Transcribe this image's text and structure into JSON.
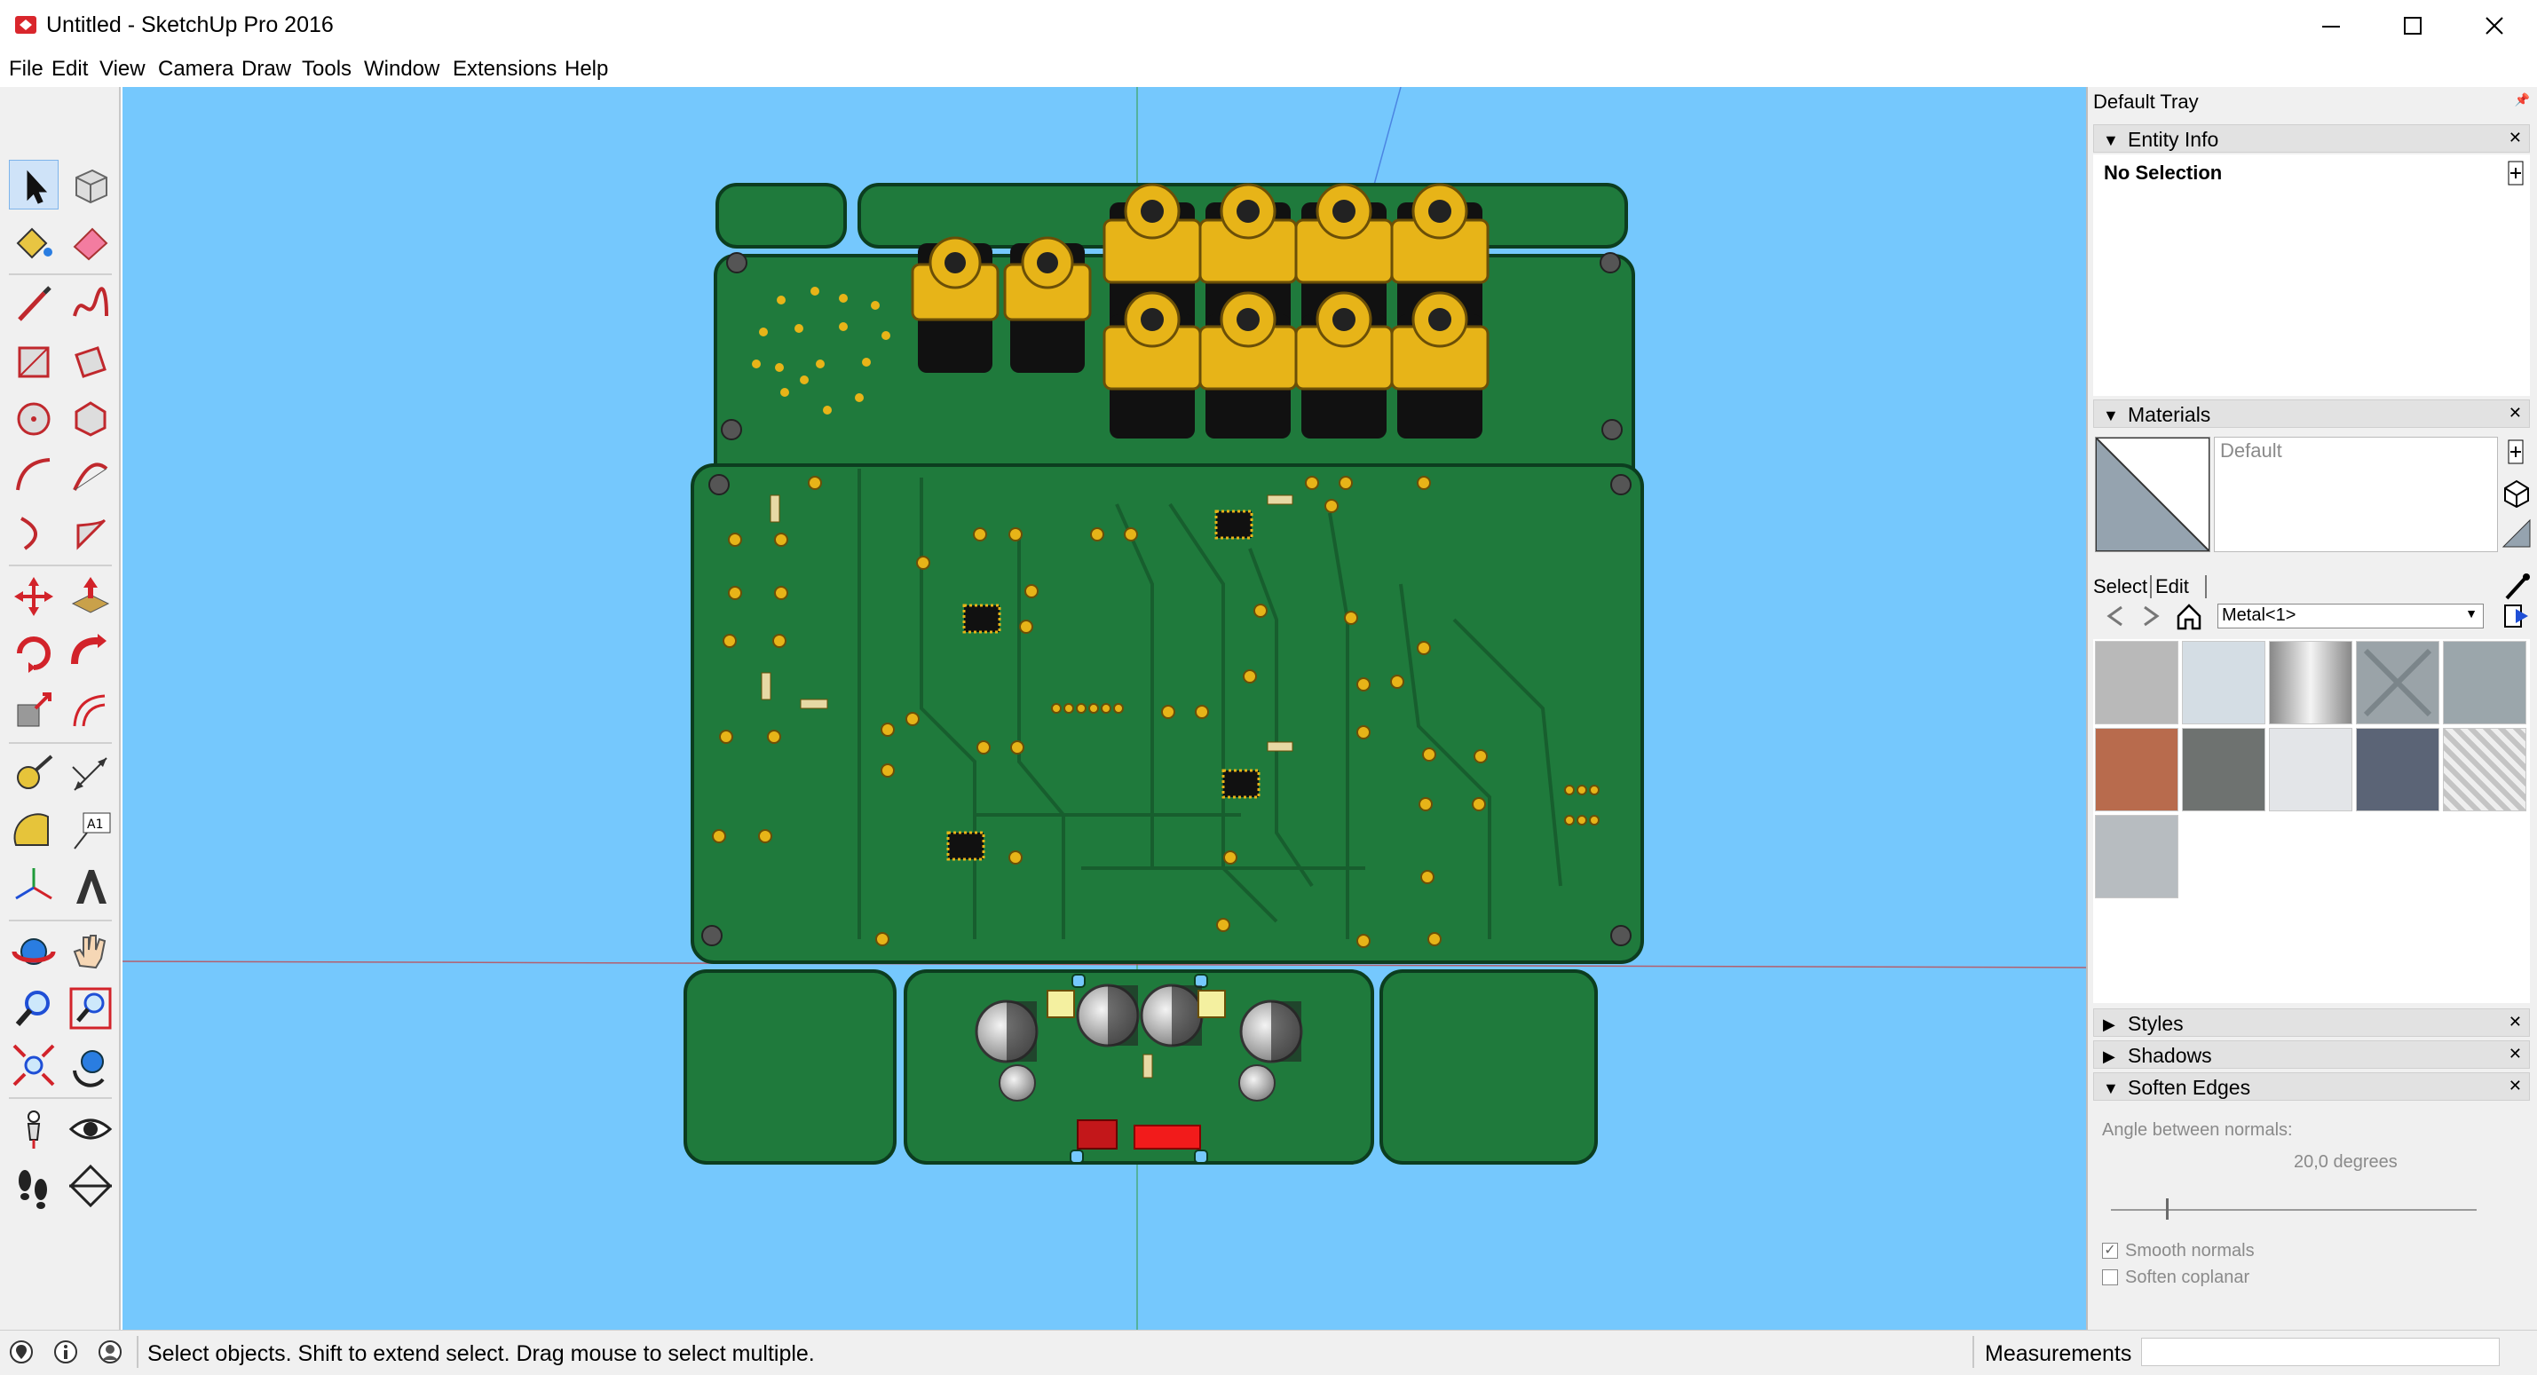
{
  "window": {
    "title": "Untitled - SketchUp Pro 2016",
    "minimize_glyph": "—",
    "maximize_glyph": "☐",
    "close_glyph": "✕"
  },
  "menu": [
    "File",
    "Edit",
    "View",
    "Camera",
    "Draw",
    "Tools",
    "Window",
    "Extensions",
    "Help"
  ],
  "toolbar": {
    "tools": [
      "select",
      "component",
      "paint-bucket",
      "eraser",
      "line",
      "freehand",
      "rectangle",
      "rotated-rectangle",
      "circle",
      "polygon",
      "arc",
      "two-point-arc",
      "three-point-arc",
      "pie",
      "move",
      "push-pull",
      "rotate",
      "follow-me",
      "scale",
      "offset",
      "tape-measure",
      "dimension",
      "protractor",
      "text",
      "axes",
      "3d-text",
      "orbit",
      "pan",
      "zoom",
      "zoom-window",
      "zoom-extents",
      "previous-view",
      "position-camera",
      "look-around",
      "walk",
      "section-plane"
    ],
    "text_tool_label": "A1"
  },
  "tray": {
    "title": "Default Tray",
    "entity_info": {
      "header": "Entity Info",
      "selection": "No Selection"
    },
    "materials": {
      "header": "Materials",
      "current_name": "Default",
      "tab_select": "Select",
      "tab_edit": "Edit",
      "library": "Metal<1>",
      "swatches": [
        "#b9b9b9",
        "#d4dde4",
        "#cfcfcf",
        "#9aa3a8",
        "#9ba6ab",
        "#b86b4d",
        "#6e7270",
        "#e3e5e8",
        "#5b6476",
        "#c4c4c4",
        "#b7bcc0"
      ]
    },
    "styles": {
      "header": "Styles"
    },
    "shadows": {
      "header": "Shadows"
    },
    "soften_edges": {
      "header": "Soften Edges",
      "angle_label": "Angle between normals:",
      "angle_value": "20,0  degrees",
      "angle_fraction": 0.15,
      "smooth_normals": "Smooth normals",
      "soften_coplanar": "Soften coplanar",
      "smooth_checked": true,
      "coplanar_checked": false
    }
  },
  "status": {
    "message": "Select objects. Shift to extend select. Drag mouse to select multiple.",
    "measurements_label": "Measurements",
    "measurements_value": ""
  },
  "colors": {
    "sky": "#75c8fd",
    "pcb": "#1f7a3c",
    "pcb_edge": "#0c3d1f",
    "gold": "#e7b418",
    "accent": "#0a64c8"
  }
}
